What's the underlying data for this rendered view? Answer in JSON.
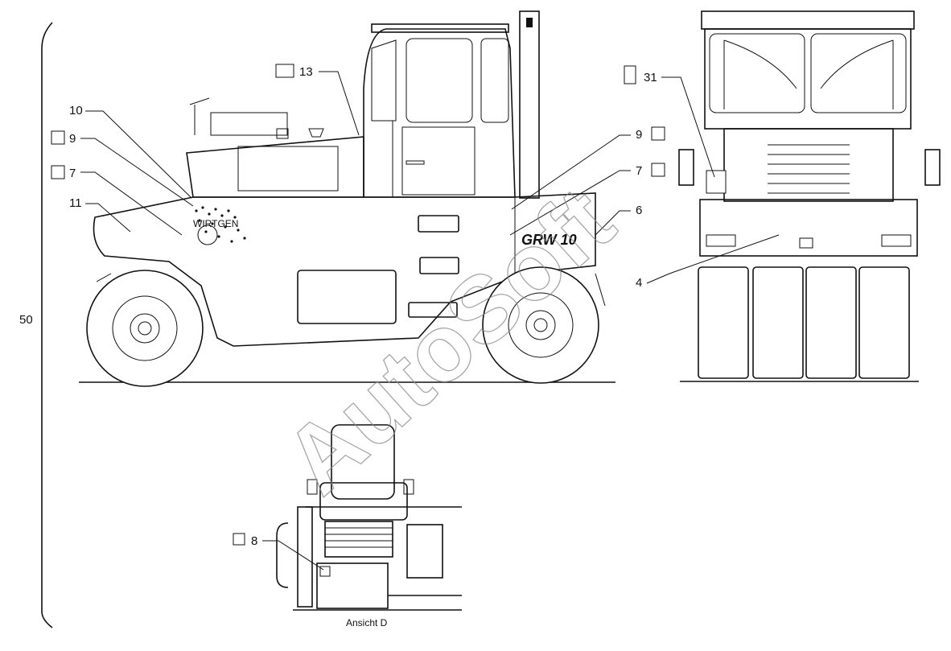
{
  "page_number": "50",
  "caption": "Ansicht D",
  "machine_text": "GRW 10",
  "brand_text": "WIRTGEN",
  "watermark": "AutoSoft",
  "callouts": {
    "c13": "13",
    "c10": "10",
    "c9_left": "9",
    "c7_left": "7",
    "c11": "11",
    "c9_right": "9",
    "c7_right": "7",
    "c6": "6",
    "c4": "4",
    "c31": "31",
    "c8": "8"
  }
}
